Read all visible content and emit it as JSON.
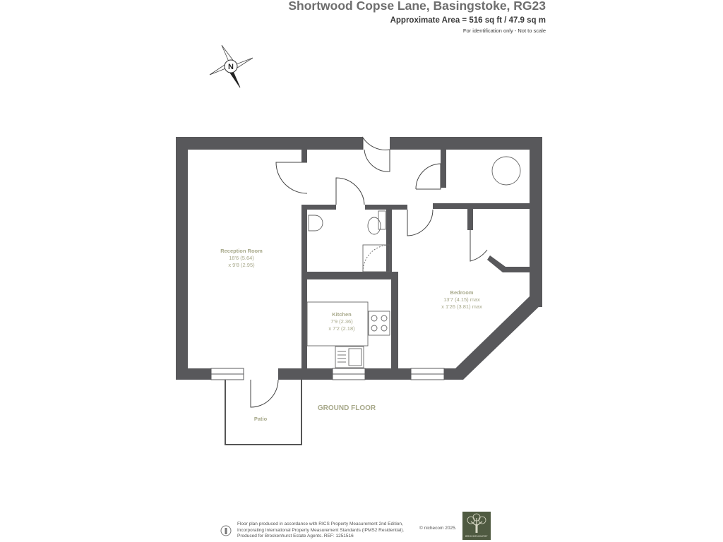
{
  "header": {
    "title": "Shortwood Copse Lane, Basingstoke, RG23",
    "area": "Approximate Area = 516 sq ft / 47.9 sq m",
    "note": "For identification only - Not to scale"
  },
  "compass": {
    "letter": "N"
  },
  "rooms": {
    "reception": {
      "name": "Reception Room",
      "dim1": "18'6 (5.64)",
      "dim2": "x 9'8 (2.95)"
    },
    "kitchen": {
      "name": "Kitchen",
      "dim1": "7'9 (2.36)",
      "dim2": "x 7'2 (2.18)"
    },
    "bedroom": {
      "name": "Bedroom",
      "dim1": "13'7 (4.15) max",
      "dim2": "x 1'26 (3.81) max"
    },
    "patio": {
      "name": "Patio"
    }
  },
  "floor_label": "GROUND FLOOR",
  "footer": {
    "line1": "Floor plan produced in accordance with RICS Property Measurement 2nd Edition,",
    "line2": "Incorporating International Property Measurement Standards (IPMS2 Residential).",
    "line3": "Produced for Brockenhurst Estate Agents.   REF: 1251516",
    "copyright": "© nichecom 2025.",
    "logo_text": "BROCKENHURST"
  },
  "colors": {
    "wall": "#58585b",
    "label": "#a7a88a",
    "fixture": "#666666"
  }
}
